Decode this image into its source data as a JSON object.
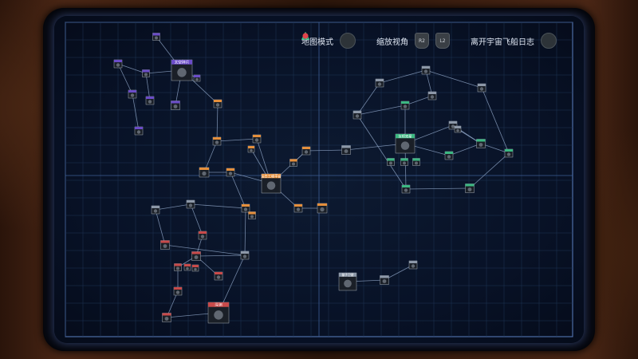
{
  "hud": {
    "map_mode_label": "地图模式",
    "map_mode_button": "triangle-button",
    "zoom_label": "缩放视角",
    "zoom_in_button": "R2",
    "zoom_out_button": "L2",
    "exit_label": "离开宇宙飞船日志",
    "exit_button": "circle-button"
  },
  "map": {
    "node_labels": {
      "purple_main": "太空碎片",
      "orange_main": "远古工程平台",
      "green_main": "灰烬双星",
      "red_main": "深渊",
      "grey_main": "量子卫星"
    },
    "colors": {
      "purple": "#6b4cc8",
      "orange": "#e58f3c",
      "green": "#3cb882",
      "red": "#c84a4a",
      "grey": "#8d98a8",
      "link": "#8da3c4",
      "grid": "#1f3554",
      "frame": "#5b7fc0"
    }
  }
}
